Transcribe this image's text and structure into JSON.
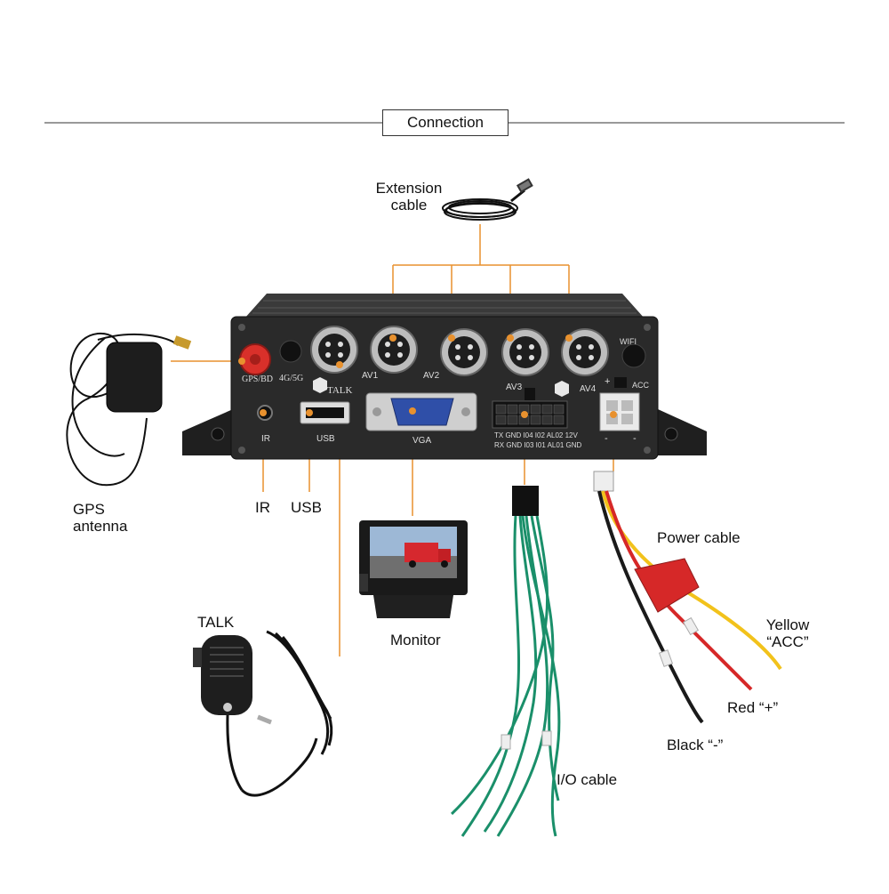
{
  "header": {
    "title": "Connection"
  },
  "device": {
    "port_labels": {
      "gps": "GPS/BD",
      "net": "4G/5G",
      "wifi": "WIFI",
      "av1": "AV1",
      "av2": "AV2",
      "av3": "AV3",
      "av4": "AV4",
      "talk": "TALK",
      "ir": "IR",
      "usb": "USB",
      "vga": "VGA",
      "acc": "ACC",
      "plus": "+",
      "minus": "-",
      "io_top": "TX GND I04 I02 AL02 12V",
      "io_bottom": "RX GND I03 I01 AL01 GND"
    }
  },
  "callouts": {
    "extension_cable": [
      "Extension",
      "cable"
    ],
    "gps_antenna": [
      "GPS",
      "antenna"
    ],
    "ir": "IR",
    "usb": "USB",
    "monitor": "Monitor",
    "talk": "TALK",
    "power_cable": "Power cable",
    "yellow_acc": [
      "Yellow",
      "“ACC”"
    ],
    "red_plus": "Red “+”",
    "black_minus": "Black “-”",
    "io_cable": "I/O cable"
  },
  "colors": {
    "leader_line": "#e8912e",
    "device_body": "#2a2a2a",
    "gps_connector": "#d9302a",
    "vga_port": "#2f4fa8",
    "wire_green": "#1a8f6a",
    "wire_red": "#d62828",
    "wire_yellow": "#f2c21b",
    "wire_black": "#1a1a1a"
  }
}
